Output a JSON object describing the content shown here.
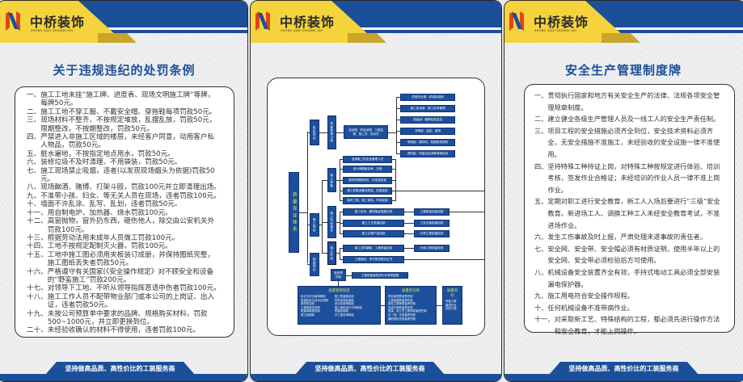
{
  "brand": {
    "name": "中桥装饰",
    "subtitle": "ZHONG QIAO ZHUANG SHI"
  },
  "footer_slogan": "坚持做高品质、高性价比的工装服务商",
  "left": {
    "title": "关于违规违纪的处罚条例",
    "items": [
      {
        "num": "一、",
        "text": "施工工地未挂“施工牌、进度表、现场文明施工牌”等牌，每牌50元。"
      },
      {
        "num": "二、",
        "text": "施工工地不穿工服、不戴安全帽、穿拖鞋每项罚款50元。"
      },
      {
        "num": "三、",
        "text": "现场材料不整齐、不按规定堆放，乱摆乱放，罚款50元，限期整改，不按期整改，罚款50元。"
      },
      {
        "num": "四、",
        "text": "严禁进入非施工区域的楼层，未经客户同意，动用客户私人物品，罚款50元。"
      },
      {
        "num": "五、",
        "text": "脏水遍地，不按指定地点用水，罚款50元。"
      },
      {
        "num": "六、",
        "text": "装修垃圾不及时清理、不用袋装，罚款50元。"
      },
      {
        "num": "七、",
        "text": "施工现场禁止吸烟，违者(以发现现场烟头为依据)罚款50元。"
      },
      {
        "num": "八、",
        "text": "现场酗酒、赌博、打架斗殴，罚款100元并立即清理出场。"
      },
      {
        "num": "九、",
        "text": "不准带小孩、妇女、等无关人员在现场，违者罚款100元。"
      },
      {
        "num": "十、",
        "text": "墙面不许乱涂、乱写、乱划，违者罚款50元。"
      },
      {
        "num": "十一、",
        "text": "用自制电炉、加热器、烧水罚款100元。"
      },
      {
        "num": "十二、",
        "text": "高窗抛物，窗外扔东西，砸伤他人，除交由公安机关外罚款100元。"
      },
      {
        "num": "十三、",
        "text": "根据劳动法用未成年人员做工罚款100元。"
      },
      {
        "num": "十四、",
        "text": "工地不按规定配制灭火器，罚款100元。"
      },
      {
        "num": "十五、",
        "text": "工地中施工图必须用夹板装订成册，并保持图纸完整，施工图纸丢失者罚款50元。"
      },
      {
        "num": "十六、",
        "text": "严格遵守有关国家(《安全操作规定》对不顾安全和设备的“野蛮施工”罚款200元。"
      },
      {
        "num": "十七、",
        "text": "对领导下工地、不听从领导指挥恶语中伤者罚款100元。"
      },
      {
        "num": "十八、",
        "text": "施工工作人员不配带物业部门或本公司的上岗证、出入证，违者罚款50元。"
      },
      {
        "num": "十九、",
        "text": "未按公司预算单中要求的品牌、规格购买材料，罚款500~1000元，并立即更换到位。"
      },
      {
        "num": "二十、",
        "text": "未经验收确认的材料不得使用，违者罚款100元。"
      }
    ]
  },
  "right": {
    "title": "安全生产管理制度牌",
    "items": [
      {
        "num": "一、",
        "text": "贯彻执行国家和地方有关安全生产的法律、法规各项安全管理规章制度。"
      },
      {
        "num": "二、",
        "text": "建立健全各级生产管理人员及一线工人的安全生产责任制。"
      },
      {
        "num": "三、",
        "text": "项目工程的安全措施必须齐全到位，安全技术资料必须齐全，无安全措施不准施工，未经验收的安全设施一律不准使用。"
      },
      {
        "num": "四、",
        "text": "坚持特殊工种持证上岗，对特殊工种按规定进行体验、培训考核，签发作业合格证；未经培训的作业人员一律不准上岗作业。"
      },
      {
        "num": "五、",
        "text": "定期对职工进行安全教育，新工人入场后要进行“三级”安全教育。新进场工人、调换工种工人未经安全教育考试，不准进场作业。"
      },
      {
        "num": "六、",
        "text": "发生工伤事故及时上报，严肃处理未遂事故的责任者。"
      },
      {
        "num": "七、",
        "text": "安全网、安全带、安全帽必须有材质证明，使用半年以上的安全网、安全带必须检验后方可使用。"
      },
      {
        "num": "八、",
        "text": "机械设备安全装置齐全有效，手持式电动工具必须全部安装漏电保护器。"
      },
      {
        "num": "九、",
        "text": "施工用电符合安全操作规程。"
      },
      {
        "num": "十、",
        "text": "任何机械设备不准带病作业。"
      },
      {
        "num": "十一、",
        "text": "对采取新工艺、特殊结构的工程，都必须先进行操作方法和安全教育，才能上岗操作。"
      }
    ]
  },
  "diagram": {
    "root": "质量保证体系",
    "l1": [
      "组织保证",
      "施工保证",
      "制度保证"
    ],
    "l2": [
      "质量管理小组",
      "施工准备",
      "施工阶段保证",
      "竣工阶段",
      "验收责任制"
    ],
    "org_members": "总经理、项目经理、工程监理、施工员、安全员",
    "org_depts": [
      "质量安全部：质量检查制",
      "施工技术部：施工技术管理",
      "质量组：跟踪检查监控",
      "决策组：监控、重测",
      "采购组：原材料、机械物资采购",
      "资料组：质量及技术教育和培训"
    ],
    "prep": [
      "选择施工队伍及管理人员",
      "设计师图纸会审、交底",
      "原材料预制构件、半成品检查",
      "施工机具设备的质量、性能检查",
      "临时工程、施工现场、环境控制"
    ],
    "stage": [
      "施工技术、图风保证措施交底",
      "施工工艺质量控制",
      "施工过程产品控制"
    ],
    "stage_checks": [
      "工程质量自检控制",
      "工序交接质量控制",
      "分项工程质量检查"
    ],
    "final": [
      "竣工文件编制、工程质量自检",
      "工程验收、甲方签发移交证书"
    ],
    "final_checks": [
      "分部工程质量检查"
    ],
    "rework": "工程质量缺陷进行补修或重做",
    "blocks": [
      {
        "title": "质量管理制度",
        "cols": [
          [
            "设计文件分级审核制",
            "质量检查与技术交底制",
            "原材料控制",
            "工程质量评定制",
            "质量事故报告制",
            "竣工验收制"
          ],
          [
            "施工质量鉴定制",
            "材料进场检验制",
            "设计变更审批制",
            "施工组织设计与审批制",
            "质量检验制",
            "开工报告审核制"
          ]
        ]
      },
      {
        "title": "质量责任制",
        "cols": [
          [
            "项目经理质量责任制",
            "工程监理质量责任制",
            "质检工程师质量责任制",
            "总设计师质量责任制",
            "质量、施工员工程师质量责任制",
            "技（班）长质量责任制",
            "兼职质检员质量责任制"
          ]
        ]
      },
      {
        "title": "质量目标",
        "cols": [
          [
            "样板工程",
            "建成行业",
            "优质工程"
          ]
        ]
      }
    ]
  },
  "colors": {
    "brand_blue": "#1b4f99",
    "brand_yellow": "#f5d33c",
    "logo_red": "#e2431e"
  }
}
